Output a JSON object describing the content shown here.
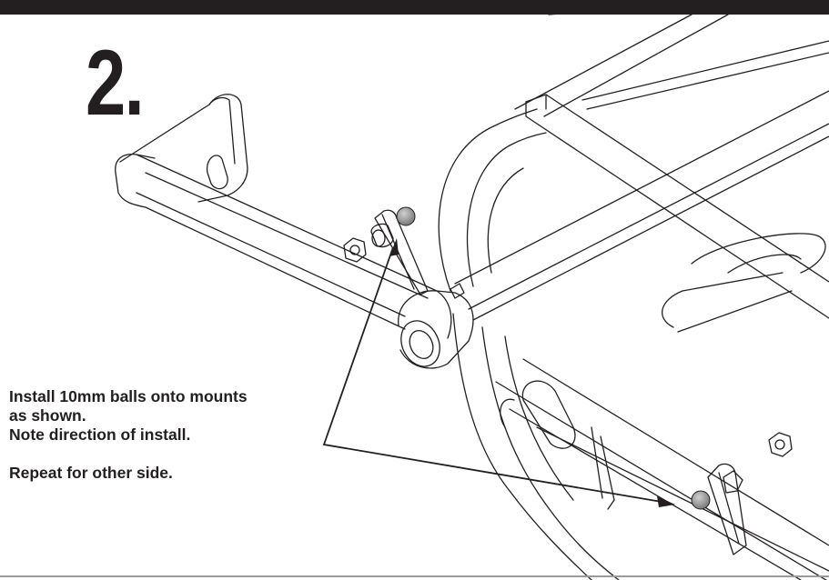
{
  "step": {
    "number": "2."
  },
  "instructions": {
    "line1": "Install 10mm balls onto mounts",
    "line2": "as shown.",
    "line3": "Note direction of install.",
    "line4": "Repeat for other side."
  },
  "colors": {
    "ink": "#231f20",
    "ball": "#8a8a8a",
    "rule": "#9a9a9a"
  }
}
